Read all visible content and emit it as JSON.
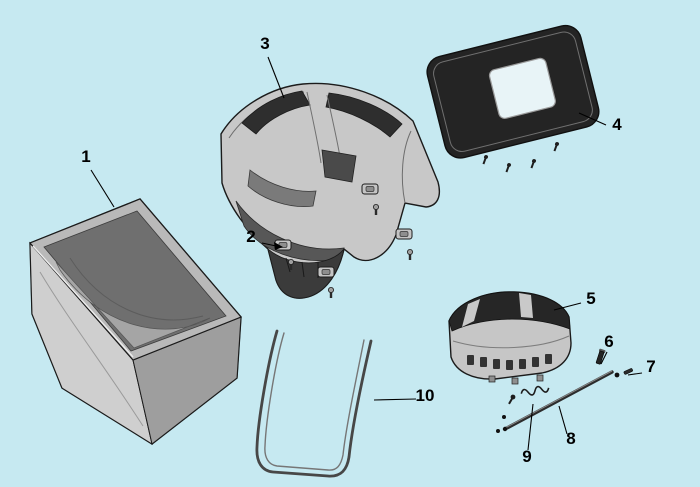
{
  "diagram": {
    "background_color": "#c6e9f1",
    "outline_color": "#1b1b1b",
    "part_fill_light": "#c8c8c8",
    "part_fill_mid": "#9e9e9e",
    "part_fill_dark": "#2b2b2b",
    "labels": [
      {
        "number": "1"
      },
      {
        "number": "2"
      },
      {
        "number": "3"
      },
      {
        "number": "4"
      },
      {
        "number": "5"
      },
      {
        "number": "6"
      },
      {
        "number": "7"
      },
      {
        "number": "8"
      },
      {
        "number": "9"
      },
      {
        "number": "10"
      }
    ]
  }
}
